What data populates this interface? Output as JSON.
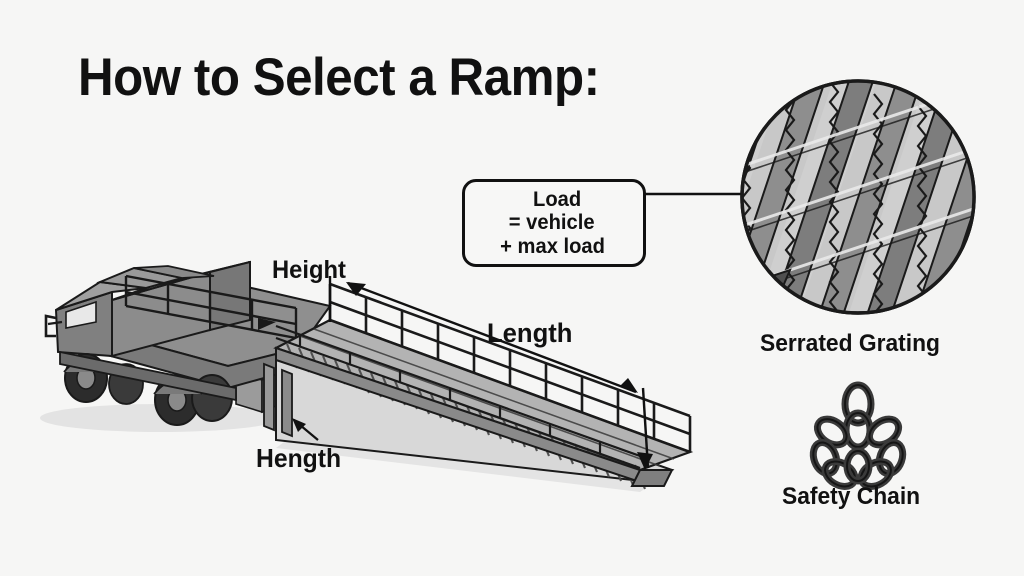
{
  "page": {
    "title": "How to Select a Ramp:",
    "background_color": "#f6f6f5",
    "ink_color": "#111111"
  },
  "callout": {
    "line1": "Load",
    "line2": "= vehicle",
    "line3": "+ max load"
  },
  "diagram": {
    "labels": {
      "height": "Height",
      "length": "Length",
      "hength": "Hength"
    }
  },
  "details": {
    "grating_label": "Serrated Grating",
    "chain_label": "Safety Chain"
  },
  "palette": {
    "deck_light": "#d8d8d8",
    "deck_mid": "#9a9a9a",
    "deck_dark": "#6e6e6e",
    "truck_body": "#8c8c8c",
    "truck_shade": "#6f6f6f",
    "outline": "#1a1a1a"
  }
}
